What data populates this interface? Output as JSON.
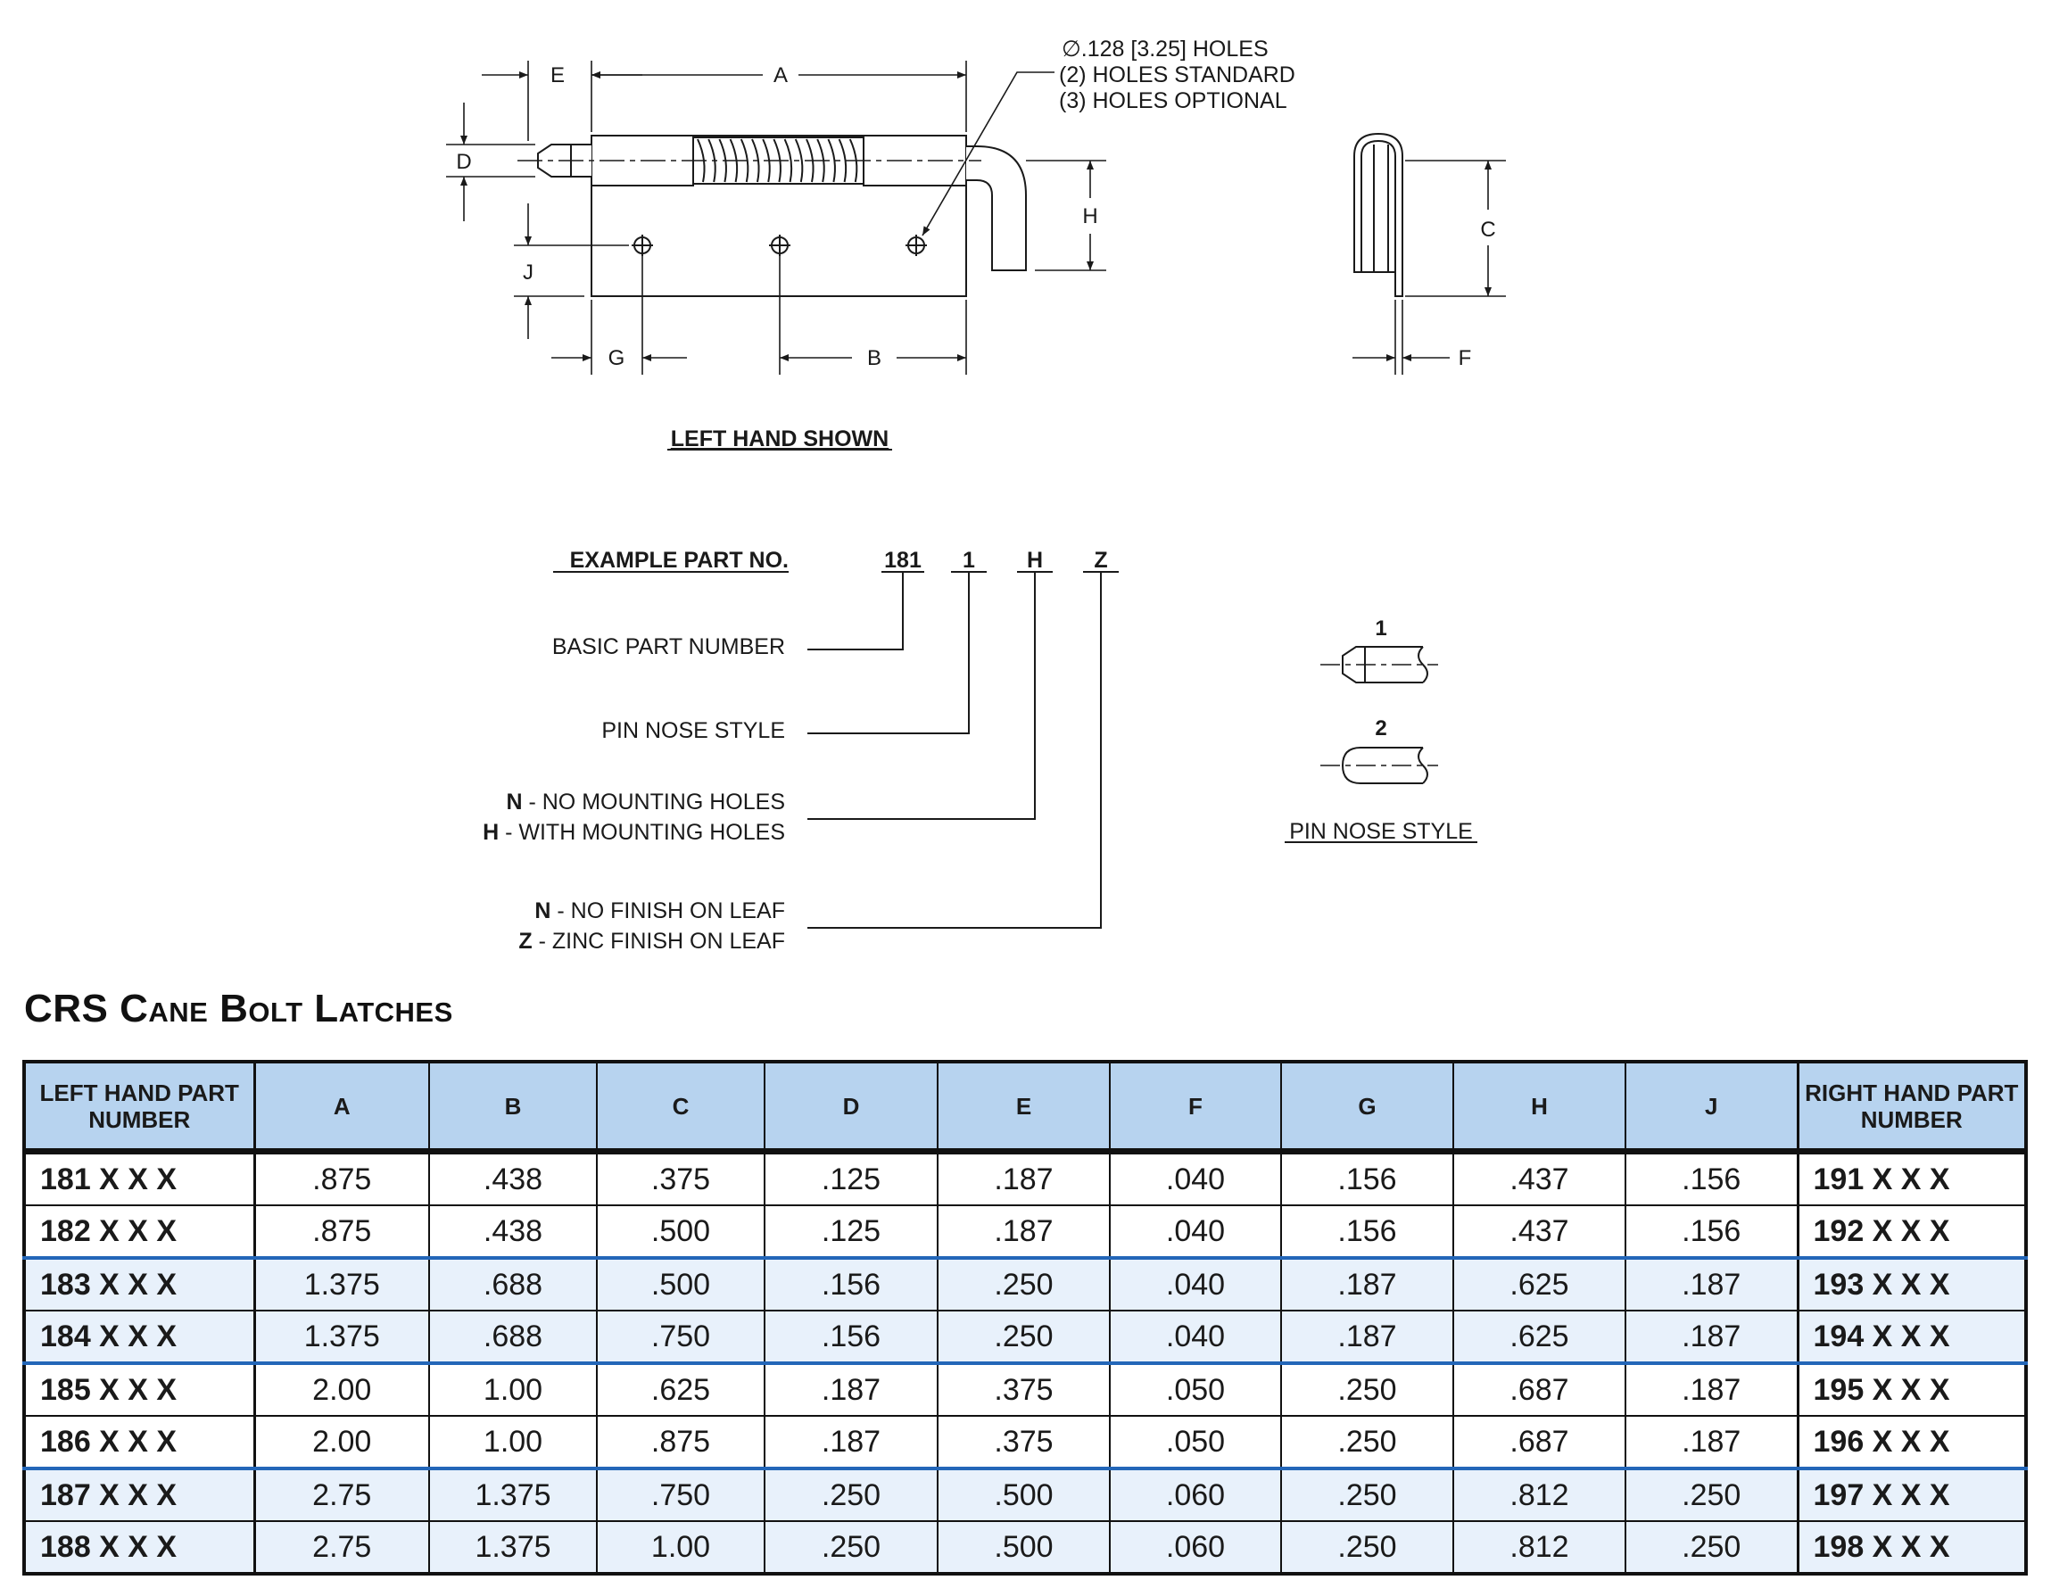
{
  "drawing": {
    "holes_note": [
      "∅.128 [3.25] HOLES",
      "(2) HOLES STANDARD",
      "(3) HOLES OPTIONAL"
    ],
    "dimension_labels": {
      "A": "A",
      "B": "B",
      "C": "C",
      "D": "D",
      "E": "E",
      "F": "F",
      "G": "G",
      "H": "H",
      "J": "J"
    },
    "view_caption": "LEFT HAND SHOWN"
  },
  "part_number": {
    "heading": "EXAMPLE PART NO.",
    "segments": [
      "181",
      "1",
      "H",
      "Z"
    ],
    "basic_part_number": "BASIC PART NUMBER",
    "pin_nose_style": "PIN NOSE STYLE",
    "mounting": [
      {
        "code": "N",
        "text": " - NO MOUNTING HOLES"
      },
      {
        "code": "H",
        "text": " - WITH MOUNTING HOLES"
      }
    ],
    "finish": [
      {
        "code": "N",
        "text": " - NO FINISH ON LEAF"
      },
      {
        "code": "Z",
        "text": " - ZINC FINISH ON LEAF"
      }
    ]
  },
  "pin_nose": {
    "style_1": "1",
    "style_2": "2",
    "caption": "PIN NOSE STYLE"
  },
  "table": {
    "title": "CRS Cane Bolt Latches",
    "headers": [
      "LEFT HAND PART NUMBER",
      "A",
      "B",
      "C",
      "D",
      "E",
      "F",
      "G",
      "H",
      "J",
      "RIGHT HAND PART NUMBER"
    ],
    "rows": [
      [
        "181 X X X",
        ".875",
        ".438",
        ".375",
        ".125",
        ".187",
        ".040",
        ".156",
        ".437",
        ".156",
        "191 X X X"
      ],
      [
        "182 X X X",
        ".875",
        ".438",
        ".500",
        ".125",
        ".187",
        ".040",
        ".156",
        ".437",
        ".156",
        "192 X X X"
      ],
      [
        "183 X X X",
        "1.375",
        ".688",
        ".500",
        ".156",
        ".250",
        ".040",
        ".187",
        ".625",
        ".187",
        "193 X X X"
      ],
      [
        "184 X X X",
        "1.375",
        ".688",
        ".750",
        ".156",
        ".250",
        ".040",
        ".187",
        ".625",
        ".187",
        "194 X X X"
      ],
      [
        "185 X X X",
        "2.00",
        "1.00",
        ".625",
        ".187",
        ".375",
        ".050",
        ".250",
        ".687",
        ".187",
        "195 X X X"
      ],
      [
        "186 X X X",
        "2.00",
        "1.00",
        ".875",
        ".187",
        ".375",
        ".050",
        ".250",
        ".687",
        ".187",
        "196 X X X"
      ],
      [
        "187 X X X",
        "2.75",
        "1.375",
        ".750",
        ".250",
        ".500",
        ".060",
        ".250",
        ".812",
        ".250",
        "197 X X X"
      ],
      [
        "188 X X X",
        "2.75",
        "1.375",
        "1.00",
        ".250",
        ".500",
        ".060",
        ".250",
        ".812",
        ".250",
        "198 X X X"
      ]
    ]
  }
}
